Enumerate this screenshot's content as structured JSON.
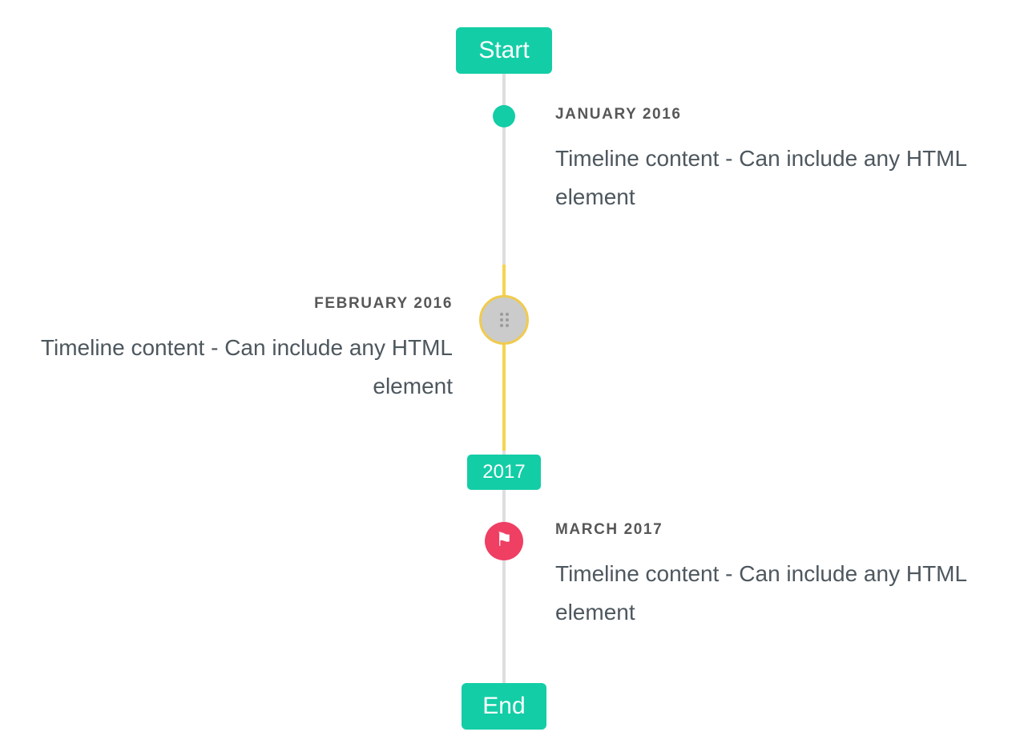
{
  "timeline": {
    "start_badge": "Start",
    "year_badge": "2017",
    "end_badge": "End",
    "items": [
      {
        "date": "JANUARY 2016",
        "content": "Timeline content - Can include any HTML element",
        "side": "right",
        "marker": "teal-dot"
      },
      {
        "date": "FEBRUARY 2016",
        "content": "Timeline content - Can include any HTML element",
        "side": "left",
        "marker": "drag-handle"
      },
      {
        "date": "MARCH 2017",
        "content": "Timeline content - Can include any HTML element",
        "side": "right",
        "marker": "flag"
      }
    ],
    "icons": {
      "drag_handle": "drag-handle-icon",
      "flag": "flag-icon",
      "flag_glyph": "⚑"
    },
    "colors": {
      "accent_teal": "#13cda6",
      "highlight_yellow": "#f5d44f",
      "handle_border_yellow": "#efcb4f",
      "flag_red": "#ef3f63",
      "line_gray": "#dedede",
      "handle_gray": "#cbcbcb",
      "date_text": "#575757",
      "content_text": "#4d575e"
    }
  }
}
